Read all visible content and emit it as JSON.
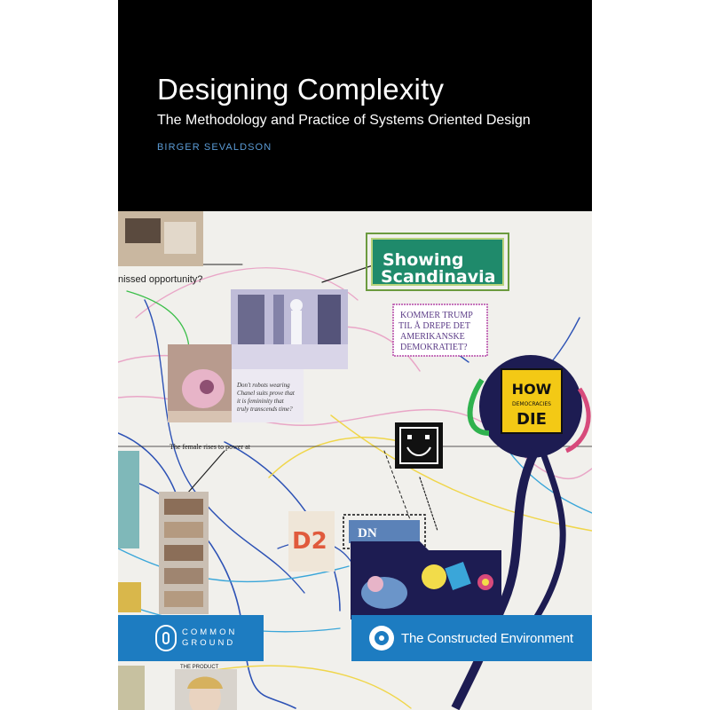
{
  "book": {
    "title": "Designing Complexity",
    "subtitle": "The Methodology and Practice of Systems Oriented Design",
    "author": "BIRGER SEVALDSON"
  },
  "collage": {
    "note_opportunity": "nissed opportunity?",
    "sign_showing": "Showing",
    "sign_scandinavia": "Scandinavia",
    "note_trump": [
      "KOMMER TRUMP",
      "TIL Å DREPE DET",
      "AMERIKANSKE",
      "DEMOKRATIET?"
    ],
    "book_how": "HOW",
    "book_democracies": "DEMOCRACIES",
    "book_die": "DIE",
    "caption_robots": [
      "Don't robots wearing",
      "Chanel suits prove that",
      "it is femininity that",
      "truly transcends time?"
    ],
    "caption_female": "The female rises to power at",
    "card_d2": "D2",
    "card_dn": "DN",
    "label_product": "THE PRODUCT"
  },
  "publisher_common_ground": {
    "line1": "COMMON",
    "line2": "GROUND"
  },
  "publisher_series": {
    "name": "The Constructed Environment"
  },
  "colors": {
    "header_bg": "#000000",
    "author_blue": "#5b9bd5",
    "badge_blue": "#1d7cc1",
    "sign_green": "#1f8a6b"
  }
}
